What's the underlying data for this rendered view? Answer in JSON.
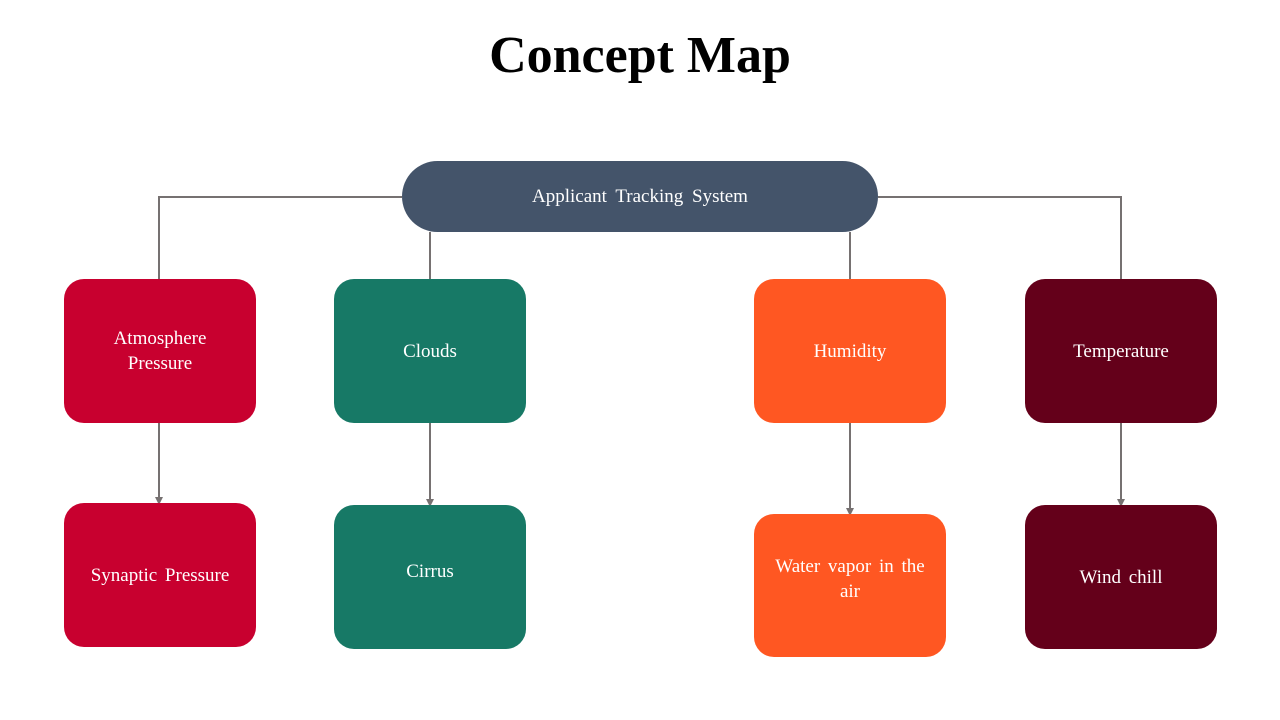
{
  "title": "Concept Map",
  "colors": {
    "root": "#44546a",
    "atmosphere": "#c8002f",
    "clouds": "#177966",
    "humidity": "#ff5722",
    "temperature": "#64001a",
    "connector": "#767171"
  },
  "root": {
    "label": "Applicant Tracking System"
  },
  "branches": [
    {
      "parent": {
        "label": "Atmosphere Pressure"
      },
      "child": {
        "label": "Synaptic Pressure"
      }
    },
    {
      "parent": {
        "label": "Clouds"
      },
      "child": {
        "label": "Cirrus"
      }
    },
    {
      "parent": {
        "label": "Humidity"
      },
      "child": {
        "label": "Water vapor in the air"
      }
    },
    {
      "parent": {
        "label": "Temperature"
      },
      "child": {
        "label": "Wind chill"
      }
    }
  ]
}
